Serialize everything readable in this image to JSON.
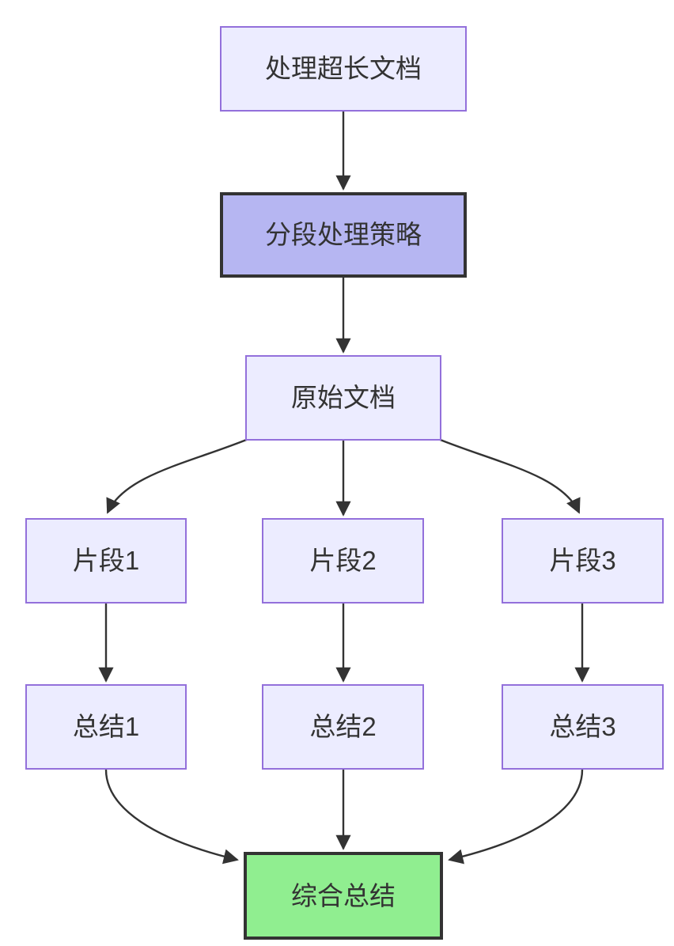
{
  "diagram": {
    "type": "flowchart",
    "direction": "top-down",
    "colors": {
      "node_fill": "#ECECFF",
      "node_border": "#9370DB",
      "emphasis_fill": "#B6B6F2",
      "emphasis_border": "#333333",
      "success_fill": "#90EE90",
      "success_border": "#333333",
      "edge": "#333333",
      "text": "#333333",
      "background": "#FFFFFF"
    },
    "nodes": {
      "process": {
        "label": "处理超长文档",
        "style": "default"
      },
      "strategy": {
        "label": "分段处理策略",
        "style": "emphasis"
      },
      "original": {
        "label": "原始文档",
        "style": "default"
      },
      "frag1": {
        "label": "片段1",
        "style": "default"
      },
      "frag2": {
        "label": "片段2",
        "style": "default"
      },
      "frag3": {
        "label": "片段3",
        "style": "default"
      },
      "sum1": {
        "label": "总结1",
        "style": "default"
      },
      "sum2": {
        "label": "总结2",
        "style": "default"
      },
      "sum3": {
        "label": "总结3",
        "style": "default"
      },
      "final": {
        "label": "综合总结",
        "style": "success"
      }
    },
    "edges": [
      {
        "from": "处理超长文档",
        "to": "分段处理策略"
      },
      {
        "from": "分段处理策略",
        "to": "原始文档"
      },
      {
        "from": "原始文档",
        "to": "片段1"
      },
      {
        "from": "原始文档",
        "to": "片段2"
      },
      {
        "from": "原始文档",
        "to": "片段3"
      },
      {
        "from": "片段1",
        "to": "总结1"
      },
      {
        "from": "片段2",
        "to": "总结2"
      },
      {
        "from": "片段3",
        "to": "总结3"
      },
      {
        "from": "总结1",
        "to": "综合总结"
      },
      {
        "from": "总结2",
        "to": "综合总结"
      },
      {
        "from": "总结3",
        "to": "综合总结"
      }
    ]
  }
}
